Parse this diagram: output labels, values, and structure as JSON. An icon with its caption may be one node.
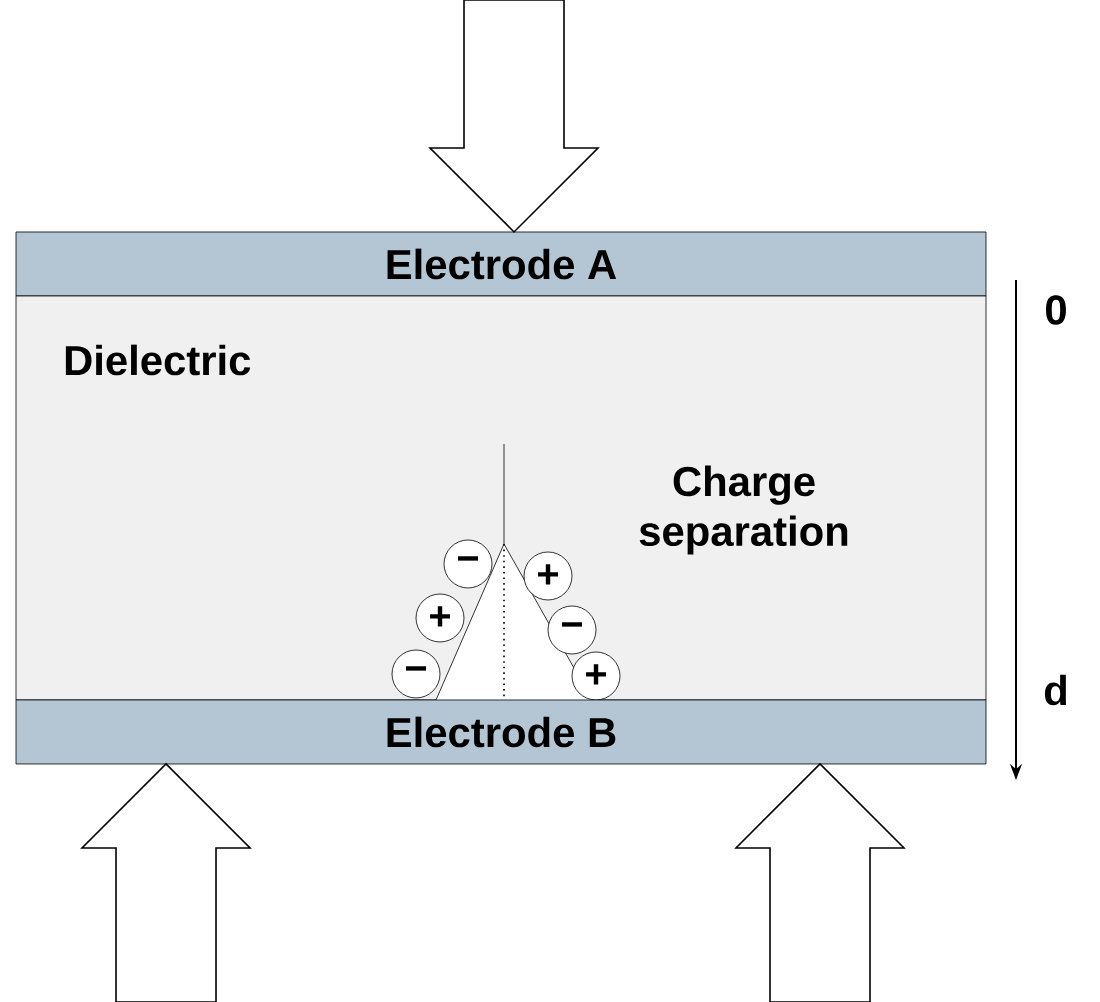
{
  "diagram": {
    "nodes": [
      {
        "text": [
          "Electrode A"
        ]
      },
      {
        "text": [
          "Dielectric"
        ]
      },
      {
        "text": [
          "Electrode B"
        ]
      },
      {
        "text": [
          "−"
        ],
        "in": 1
      },
      {
        "text": [
          "+"
        ],
        "in": 1
      },
      {
        "text": [
          "+"
        ],
        "in": 1
      },
      {
        "text": [
          "−"
        ],
        "in": 1
      },
      {
        "text": [
          "−"
        ],
        "in": 1
      },
      {
        "text": [
          "+"
        ],
        "in": 1
      }
    ],
    "edges": [
      {
        "from": null,
        "to": 0,
        "arrow": "to"
      },
      {
        "from": null,
        "to": 2,
        "arrow": "to"
      },
      {
        "from": null,
        "to": 2,
        "arrow": "to"
      }
    ],
    "labels": [
      "Charge separation",
      "0",
      "d"
    ]
  }
}
